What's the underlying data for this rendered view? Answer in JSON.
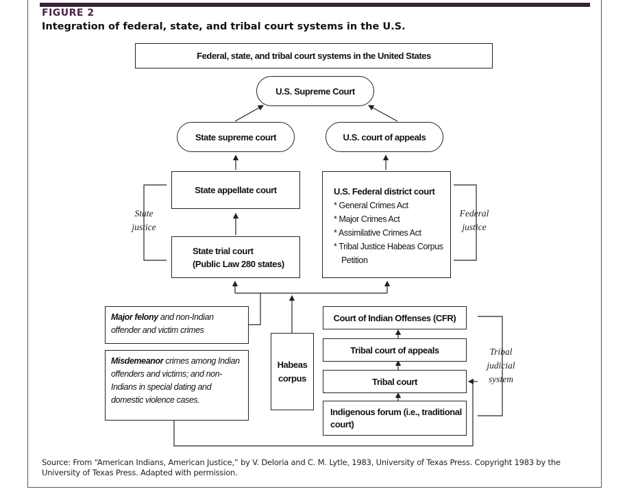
{
  "figure": {
    "label": "FIGURE 2",
    "title": "Integration of federal, state, and tribal court systems in the U.S."
  },
  "header_box": "Federal, state, and tribal court systems in the United States",
  "supreme_court": "U.S. Supreme Court",
  "state": {
    "supreme": "State supreme court",
    "appellate": "State appellate court",
    "trial_line1": "State trial court",
    "trial_line2": "(Public Law 280 states)",
    "side_label_line1": "State",
    "side_label_line2": "justice"
  },
  "federal": {
    "appeals": "U.S. court of appeals",
    "district_title": "U.S. Federal district court",
    "items": [
      "* General Crimes Act",
      "* Major Crimes Act",
      "* Assimilative Crimes Act",
      "* Tribal Justice Habeas Corpus"
    ],
    "item_continuation": "Petition",
    "side_label_line1": "Federal",
    "side_label_line2": "justice"
  },
  "notes": {
    "major_bold": "Major felony",
    "major_rest": " and non-Indian offender and victim crimes",
    "misd_bold": "Misdemeanor",
    "misd_rest": " crimes among Indian offenders and victims; and non-Indians in special dating and domestic violence cases."
  },
  "habeas": {
    "line1": "Habeas",
    "line2": "corpus"
  },
  "tribal": {
    "cfr": "Court of Indian Offenses (CFR)",
    "appeals": "Tribal court of appeals",
    "court": "Tribal court",
    "forum": "Indigenous forum (i.e., traditional court)",
    "side_label_line1": "Tribal",
    "side_label_line2": "judicial",
    "side_label_line3": "system"
  },
  "source": "Source: From “American Indians, American Justice,” by V. Deloria and C. M. Lytle, 1983, University of Texas Press. Copyright 1983 by the University of Texas Press. Adapted with permission."
}
